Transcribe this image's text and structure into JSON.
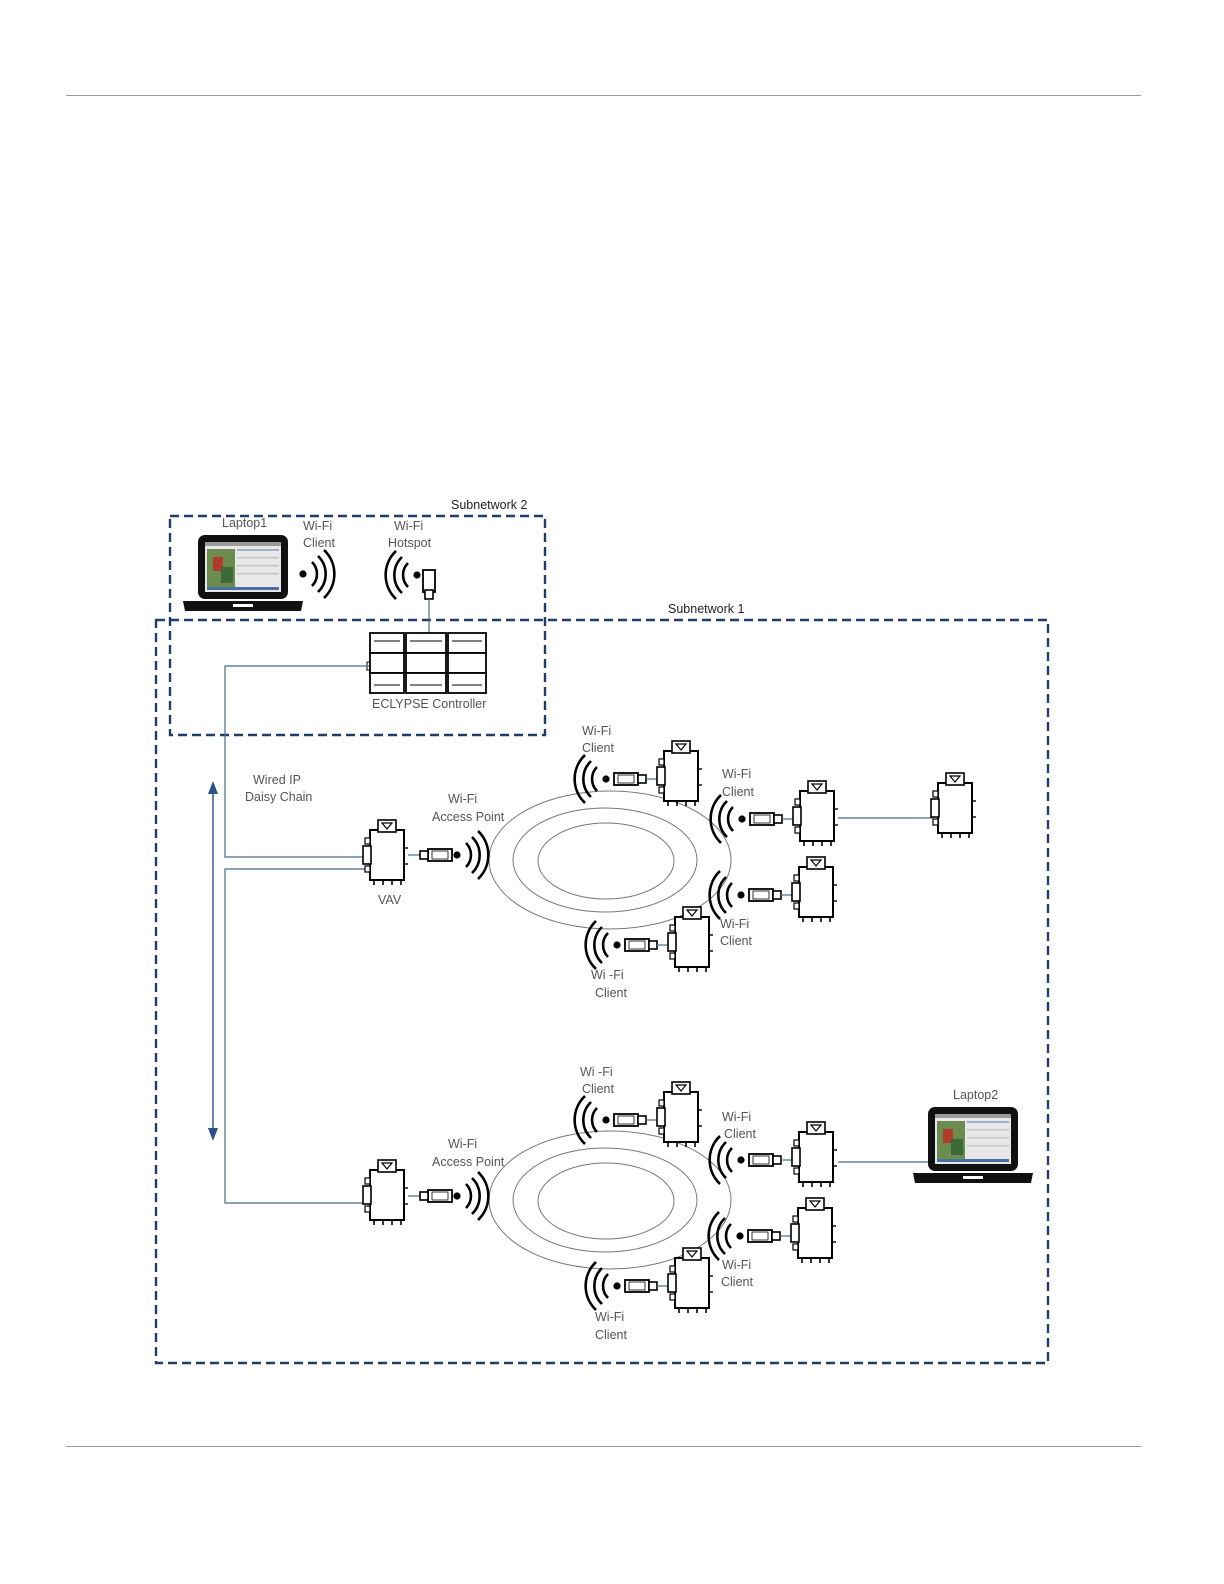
{
  "labels": {
    "subnetwork2": "Subnetwork 2",
    "subnetwork1": "Subnetwork 1",
    "laptop1": "Laptop1",
    "laptop2": "Laptop2",
    "wifi_client_top_l1": "Wi-Fi",
    "wifi_client_top_l2": "Client",
    "hotspot_l1": "Wi-Fi",
    "hotspot_l2": "Hotspot",
    "eclypse": "ECLYPSE Controller",
    "wired_l1": "Wired IP",
    "wired_l2": "Daisy Chain",
    "vav": "VAV",
    "ap1_l1": "Wi-Fi",
    "ap1_l2": "Access Point",
    "ap2_l1": "Wi-Fi",
    "ap2_l2": "Access Point",
    "r1_top_l1": "Wi-Fi",
    "r1_top_l2": "Client",
    "r1_right_l1": "Wi-Fi",
    "r1_right_l2": "Client",
    "r1_br_l1": "Wi-Fi",
    "r1_br_l2": "Client",
    "r1_bottom_l1": "Wi -Fi",
    "r1_bottom_l2": "Client",
    "r2_top_l1": "Wi -Fi",
    "r2_top_l2": "Client",
    "r2_right_l1": "Wi-Fi",
    "r2_right_l2": "Client",
    "r2_br_l1": "Wi-Fi",
    "r2_br_l2": "Client",
    "r2_bottom_l1": "Wi-Fi",
    "r2_bottom_l2": "Client"
  },
  "colors": {
    "boundary": "#1f3d66",
    "arrow": "#2b5189",
    "link": "#4a6b8a",
    "ring": "#777777",
    "text": "#555555",
    "rule": "#9a9a9a"
  }
}
